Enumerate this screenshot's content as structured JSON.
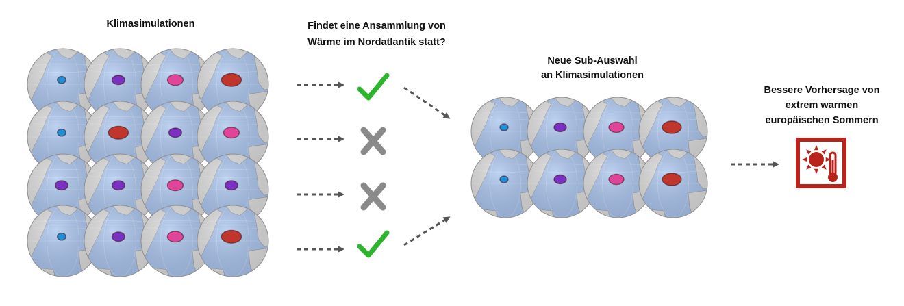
{
  "labels": {
    "simulations": "Klimasimulationen",
    "question": "Findet eine Ansammlung von\nWärme im Nordatlantik statt?",
    "subset": "Neue Sub-Auswahl\nan Klimasimulationen",
    "prediction": "Bessere Vorhersage von\nextrem warmen\neuropäischen Sommern"
  },
  "colors": {
    "ocean": "#a8c3ec",
    "land": "#dcdcdc",
    "blue_anomaly": "#1e8fd6",
    "purple_anomaly": "#7a30c0",
    "pink_anomaly": "#e0459a",
    "red_anomaly": "#c0362c",
    "check": "#2db52d",
    "cross": "#8a8a8a",
    "arrow": "#555555",
    "icon_frame": "#b8241c"
  },
  "ensemble_grid": [
    [
      "blue",
      "purple",
      "pink",
      "red"
    ],
    [
      "blue",
      "red",
      "purple",
      "pink"
    ],
    [
      "purple",
      "purple",
      "pink",
      "purple"
    ],
    [
      "blue",
      "purple",
      "pink",
      "red"
    ]
  ],
  "row_results": [
    "check",
    "cross",
    "cross",
    "check"
  ],
  "subset_grid": [
    [
      "blue",
      "purple",
      "pink",
      "red"
    ],
    [
      "blue",
      "purple",
      "pink",
      "red"
    ]
  ],
  "icons": {
    "check": "check-icon",
    "cross": "cross-icon",
    "heat": "heat-thermometer-sun-icon"
  }
}
